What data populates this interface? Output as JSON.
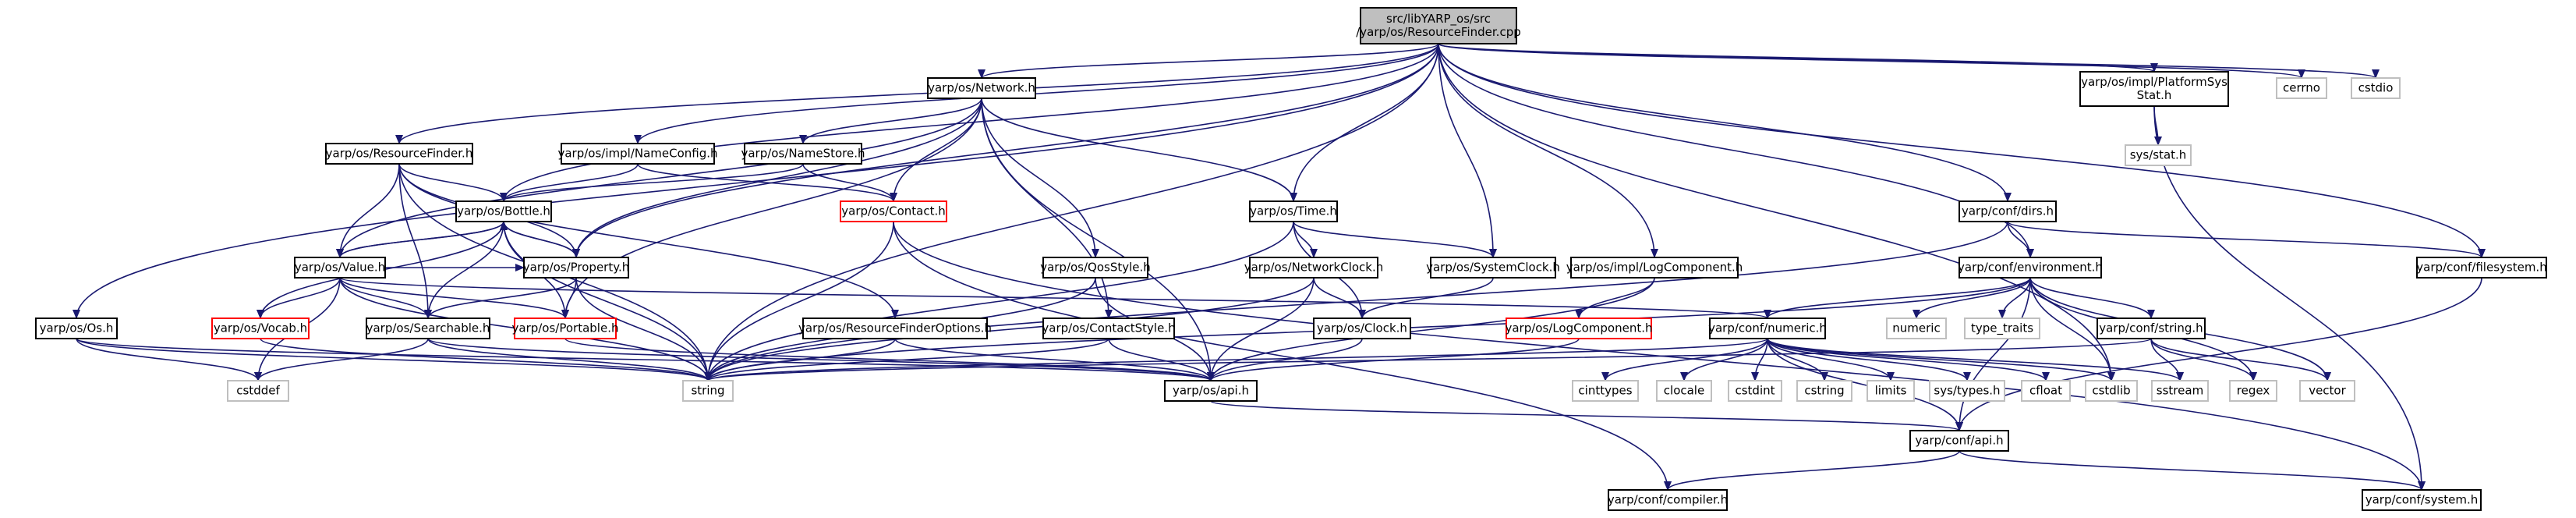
{
  "colors": {
    "edge": "#191970",
    "root_fill": "#bfbfbf",
    "node_border": "#000000",
    "undocumented_border": "#ff0000",
    "external_border": "#bfbfbf"
  },
  "nodes": [
    {
      "id": "root",
      "lines": [
        "src/libYARP_os/src",
        "/yarp/os/ResourceFinder.cpp"
      ],
      "kind": "root"
    },
    {
      "id": "network_h",
      "lines": [
        "yarp/os/Network.h"
      ],
      "kind": "normal"
    },
    {
      "id": "platform_stat",
      "lines": [
        "yarp/os/impl/PlatformSys",
        "Stat.h"
      ],
      "kind": "normal"
    },
    {
      "id": "cerrno",
      "lines": [
        "cerrno"
      ],
      "kind": "external"
    },
    {
      "id": "cstdio",
      "lines": [
        "cstdio"
      ],
      "kind": "external"
    },
    {
      "id": "sys_stat",
      "lines": [
        "sys/stat.h"
      ],
      "kind": "external"
    },
    {
      "id": "resourcefinder_h",
      "lines": [
        "yarp/os/ResourceFinder.h"
      ],
      "kind": "normal"
    },
    {
      "id": "nameconfig_h",
      "lines": [
        "yarp/os/impl/NameConfig.h"
      ],
      "kind": "normal"
    },
    {
      "id": "namestore_h",
      "lines": [
        "yarp/os/NameStore.h"
      ],
      "kind": "normal"
    },
    {
      "id": "contact_h",
      "lines": [
        "yarp/os/Contact.h"
      ],
      "kind": "red"
    },
    {
      "id": "time_h",
      "lines": [
        "yarp/os/Time.h"
      ],
      "kind": "normal"
    },
    {
      "id": "bottle_h",
      "lines": [
        "yarp/os/Bottle.h"
      ],
      "kind": "normal"
    },
    {
      "id": "value_h",
      "lines": [
        "yarp/os/Value.h"
      ],
      "kind": "normal"
    },
    {
      "id": "property_h",
      "lines": [
        "yarp/os/Property.h"
      ],
      "kind": "normal"
    },
    {
      "id": "qosstyle_h",
      "lines": [
        "yarp/os/QosStyle.h"
      ],
      "kind": "normal"
    },
    {
      "id": "networkclock_h",
      "lines": [
        "yarp/os/NetworkClock.h"
      ],
      "kind": "normal"
    },
    {
      "id": "systemclock_h",
      "lines": [
        "yarp/os/SystemClock.h"
      ],
      "kind": "normal"
    },
    {
      "id": "dirs_h",
      "lines": [
        "yarp/conf/dirs.h"
      ],
      "kind": "normal"
    },
    {
      "id": "logcomponent_impl_h",
      "lines": [
        "yarp/os/impl/LogComponent.h"
      ],
      "kind": "normal"
    },
    {
      "id": "environment_h",
      "lines": [
        "yarp/conf/environment.h"
      ],
      "kind": "normal"
    },
    {
      "id": "filesystem_h",
      "lines": [
        "yarp/conf/filesystem.h"
      ],
      "kind": "normal"
    },
    {
      "id": "os_h",
      "lines": [
        "yarp/os/Os.h"
      ],
      "kind": "normal"
    },
    {
      "id": "vocab_h",
      "lines": [
        "yarp/os/Vocab.h"
      ],
      "kind": "red"
    },
    {
      "id": "searchable_h",
      "lines": [
        "yarp/os/Searchable.h"
      ],
      "kind": "normal"
    },
    {
      "id": "portable_h",
      "lines": [
        "yarp/os/Portable.h"
      ],
      "kind": "red"
    },
    {
      "id": "rfoptions_h",
      "lines": [
        "yarp/os/ResourceFinderOptions.h"
      ],
      "kind": "normal"
    },
    {
      "id": "contactstyle_h",
      "lines": [
        "yarp/os/ContactStyle.h"
      ],
      "kind": "normal"
    },
    {
      "id": "clock_h",
      "lines": [
        "yarp/os/Clock.h"
      ],
      "kind": "normal"
    },
    {
      "id": "logcomponent_h",
      "lines": [
        "yarp/os/LogComponent.h"
      ],
      "kind": "red"
    },
    {
      "id": "numeric_h",
      "lines": [
        "yarp/conf/numeric.h"
      ],
      "kind": "normal"
    },
    {
      "id": "numeric",
      "lines": [
        "numeric"
      ],
      "kind": "external"
    },
    {
      "id": "type_traits",
      "lines": [
        "type_traits"
      ],
      "kind": "external"
    },
    {
      "id": "string_h",
      "lines": [
        "yarp/conf/string.h"
      ],
      "kind": "normal"
    },
    {
      "id": "vector",
      "lines": [
        "vector"
      ],
      "kind": "external"
    },
    {
      "id": "cstddef",
      "lines": [
        "cstddef"
      ],
      "kind": "external"
    },
    {
      "id": "string",
      "lines": [
        "string"
      ],
      "kind": "external"
    },
    {
      "id": "os_api_h",
      "lines": [
        "yarp/os/api.h"
      ],
      "kind": "normal"
    },
    {
      "id": "cinttypes",
      "lines": [
        "cinttypes"
      ],
      "kind": "external"
    },
    {
      "id": "clocale",
      "lines": [
        "clocale"
      ],
      "kind": "external"
    },
    {
      "id": "cstdint",
      "lines": [
        "cstdint"
      ],
      "kind": "external"
    },
    {
      "id": "cstring",
      "lines": [
        "cstring"
      ],
      "kind": "external"
    },
    {
      "id": "limits",
      "lines": [
        "limits"
      ],
      "kind": "external"
    },
    {
      "id": "sys_types",
      "lines": [
        "sys/types.h"
      ],
      "kind": "external"
    },
    {
      "id": "cfloat",
      "lines": [
        "cfloat"
      ],
      "kind": "external"
    },
    {
      "id": "cstdlib",
      "lines": [
        "cstdlib"
      ],
      "kind": "external"
    },
    {
      "id": "sstream",
      "lines": [
        "sstream"
      ],
      "kind": "external"
    },
    {
      "id": "regex",
      "lines": [
        "regex"
      ],
      "kind": "external"
    },
    {
      "id": "conf_api_h",
      "lines": [
        "yarp/conf/api.h"
      ],
      "kind": "normal"
    },
    {
      "id": "compiler_h",
      "lines": [
        "yarp/conf/compiler.h"
      ],
      "kind": "normal"
    },
    {
      "id": "system_h",
      "lines": [
        "yarp/conf/system.h"
      ],
      "kind": "normal"
    }
  ],
  "edges": [
    [
      "root",
      "network_h"
    ],
    [
      "root",
      "platform_stat"
    ],
    [
      "root",
      "cerrno"
    ],
    [
      "root",
      "cstdio"
    ],
    [
      "root",
      "resourcefinder_h"
    ],
    [
      "root",
      "nameconfig_h"
    ],
    [
      "root",
      "bottle_h"
    ],
    [
      "root",
      "property_h"
    ],
    [
      "root",
      "time_h"
    ],
    [
      "root",
      "systemclock_h"
    ],
    [
      "root",
      "logcomponent_impl_h"
    ],
    [
      "root",
      "dirs_h"
    ],
    [
      "root",
      "environment_h"
    ],
    [
      "root",
      "filesystem_h"
    ],
    [
      "root",
      "os_h"
    ],
    [
      "root",
      "string"
    ],
    [
      "root",
      "cstdlib"
    ],
    [
      "platform_stat",
      "sys_stat"
    ],
    [
      "platform_stat",
      "system_h"
    ],
    [
      "network_h",
      "namestore_h"
    ],
    [
      "network_h",
      "contact_h"
    ],
    [
      "network_h",
      "time_h"
    ],
    [
      "network_h",
      "value_h"
    ],
    [
      "network_h",
      "property_h"
    ],
    [
      "network_h",
      "qosstyle_h"
    ],
    [
      "network_h",
      "contactstyle_h"
    ],
    [
      "network_h",
      "portable_h"
    ],
    [
      "network_h",
      "os_api_h"
    ],
    [
      "resourcefinder_h",
      "bottle_h"
    ],
    [
      "resourcefinder_h",
      "value_h"
    ],
    [
      "resourcefinder_h",
      "property_h"
    ],
    [
      "resourcefinder_h",
      "searchable_h"
    ],
    [
      "resourcefinder_h",
      "rfoptions_h"
    ],
    [
      "resourcefinder_h",
      "string"
    ],
    [
      "nameconfig_h",
      "bottle_h"
    ],
    [
      "nameconfig_h",
      "contact_h"
    ],
    [
      "namestore_h",
      "bottle_h"
    ],
    [
      "namestore_h",
      "contact_h"
    ],
    [
      "contact_h",
      "string"
    ],
    [
      "contact_h",
      "compiler_h"
    ],
    [
      "contact_h",
      "system_h"
    ],
    [
      "time_h",
      "networkclock_h"
    ],
    [
      "time_h",
      "systemclock_h"
    ],
    [
      "time_h",
      "clock_h"
    ],
    [
      "time_h",
      "string"
    ],
    [
      "bottle_h",
      "value_h"
    ],
    [
      "bottle_h",
      "property_h"
    ],
    [
      "bottle_h",
      "searchable_h"
    ],
    [
      "bottle_h",
      "portable_h"
    ],
    [
      "bottle_h",
      "vocab_h"
    ],
    [
      "bottle_h",
      "string"
    ],
    [
      "value_h",
      "bottle_h"
    ],
    [
      "value_h",
      "property_h"
    ],
    [
      "value_h",
      "vocab_h"
    ],
    [
      "value_h",
      "searchable_h"
    ],
    [
      "value_h",
      "portable_h"
    ],
    [
      "value_h",
      "numeric_h"
    ],
    [
      "value_h",
      "cstddef"
    ],
    [
      "value_h",
      "string"
    ],
    [
      "property_h",
      "bottle_h"
    ],
    [
      "property_h",
      "searchable_h"
    ],
    [
      "property_h",
      "portable_h"
    ],
    [
      "property_h",
      "string"
    ],
    [
      "qosstyle_h",
      "os_api_h"
    ],
    [
      "qosstyle_h",
      "string"
    ],
    [
      "networkclock_h",
      "clock_h"
    ],
    [
      "networkclock_h",
      "os_api_h"
    ],
    [
      "networkclock_h",
      "string"
    ],
    [
      "systemclock_h",
      "clock_h"
    ],
    [
      "dirs_h",
      "environment_h"
    ],
    [
      "dirs_h",
      "filesystem_h"
    ],
    [
      "dirs_h",
      "string"
    ],
    [
      "logcomponent_impl_h",
      "logcomponent_h"
    ],
    [
      "logcomponent_impl_h",
      "os_api_h"
    ],
    [
      "environment_h",
      "numeric_h"
    ],
    [
      "environment_h",
      "numeric"
    ],
    [
      "environment_h",
      "type_traits"
    ],
    [
      "environment_h",
      "string_h"
    ],
    [
      "environment_h",
      "cstdlib"
    ],
    [
      "environment_h",
      "regex"
    ],
    [
      "environment_h",
      "vector"
    ],
    [
      "environment_h",
      "string"
    ],
    [
      "environment_h",
      "conf_api_h"
    ],
    [
      "filesystem_h",
      "conf_api_h"
    ],
    [
      "os_h",
      "os_api_h"
    ],
    [
      "os_h",
      "cstddef"
    ],
    [
      "os_h",
      "string"
    ],
    [
      "vocab_h",
      "string"
    ],
    [
      "searchable_h",
      "os_api_h"
    ],
    [
      "searchable_h",
      "cstddef"
    ],
    [
      "searchable_h",
      "string"
    ],
    [
      "portable_h",
      "os_api_h"
    ],
    [
      "rfoptions_h",
      "os_api_h"
    ],
    [
      "rfoptions_h",
      "string"
    ],
    [
      "contactstyle_h",
      "os_api_h"
    ],
    [
      "contactstyle_h",
      "string"
    ],
    [
      "clock_h",
      "os_api_h"
    ],
    [
      "logcomponent_h",
      "os_api_h"
    ],
    [
      "numeric_h",
      "cinttypes"
    ],
    [
      "numeric_h",
      "clocale"
    ],
    [
      "numeric_h",
      "cstdint"
    ],
    [
      "numeric_h",
      "cstring"
    ],
    [
      "numeric_h",
      "limits"
    ],
    [
      "numeric_h",
      "sys_types"
    ],
    [
      "numeric_h",
      "cfloat"
    ],
    [
      "numeric_h",
      "cstdlib"
    ],
    [
      "numeric_h",
      "sstream"
    ],
    [
      "numeric_h",
      "string"
    ],
    [
      "numeric_h",
      "conf_api_h"
    ],
    [
      "string_h",
      "sstream"
    ],
    [
      "string_h",
      "regex"
    ],
    [
      "string_h",
      "vector"
    ],
    [
      "string_h",
      "string"
    ],
    [
      "os_api_h",
      "conf_api_h"
    ],
    [
      "conf_api_h",
      "compiler_h"
    ],
    [
      "conf_api_h",
      "system_h"
    ]
  ]
}
